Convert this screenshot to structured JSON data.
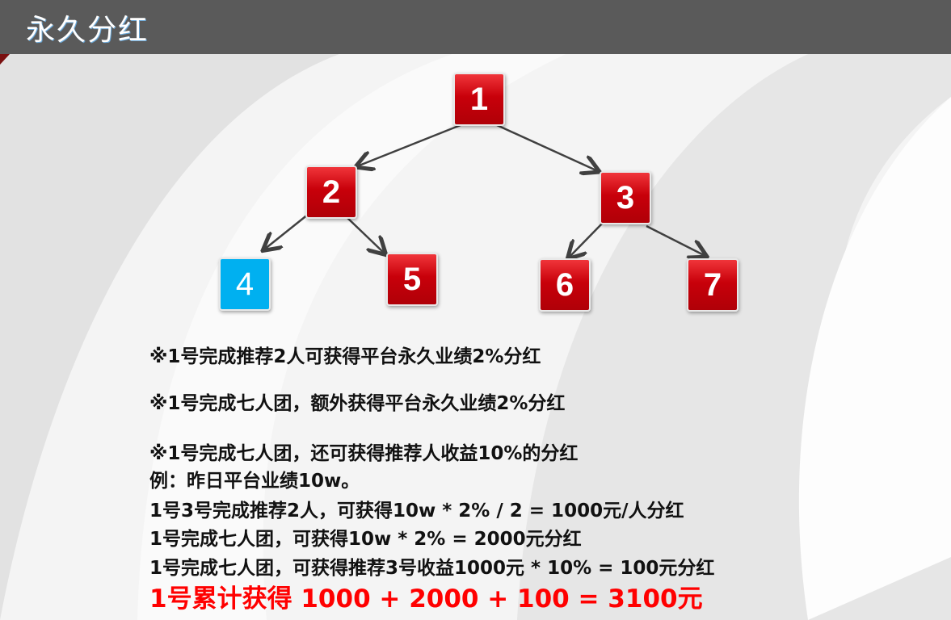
{
  "title": "永久分红",
  "nodes": [
    "1",
    "2",
    "3",
    "4",
    "5",
    "6",
    "7"
  ],
  "colors": {
    "red": "#c8000a",
    "blue": "#00b0f0",
    "header": "#5a5a5a"
  },
  "lines": [
    "※1号完成推荐2人可获得平台永久业绩2%分红",
    "※1号完成七人团，额外获得平台永久业绩2%分红",
    "※1号完成七人团，还可获得推荐人收益10%的分红",
    "例：昨日平台业绩10w。",
    "1号3号完成推荐2人，可获得10w * 2% / 2 = 1000元/人分红",
    "1号完成七人团，可获得10w * 2% = 2000元分红",
    "1号完成七人团，可获得推荐3号收益1000元 * 10% = 100元分红"
  ],
  "total": "1号累计获得 1000 + 2000 + 100 = 3100元"
}
